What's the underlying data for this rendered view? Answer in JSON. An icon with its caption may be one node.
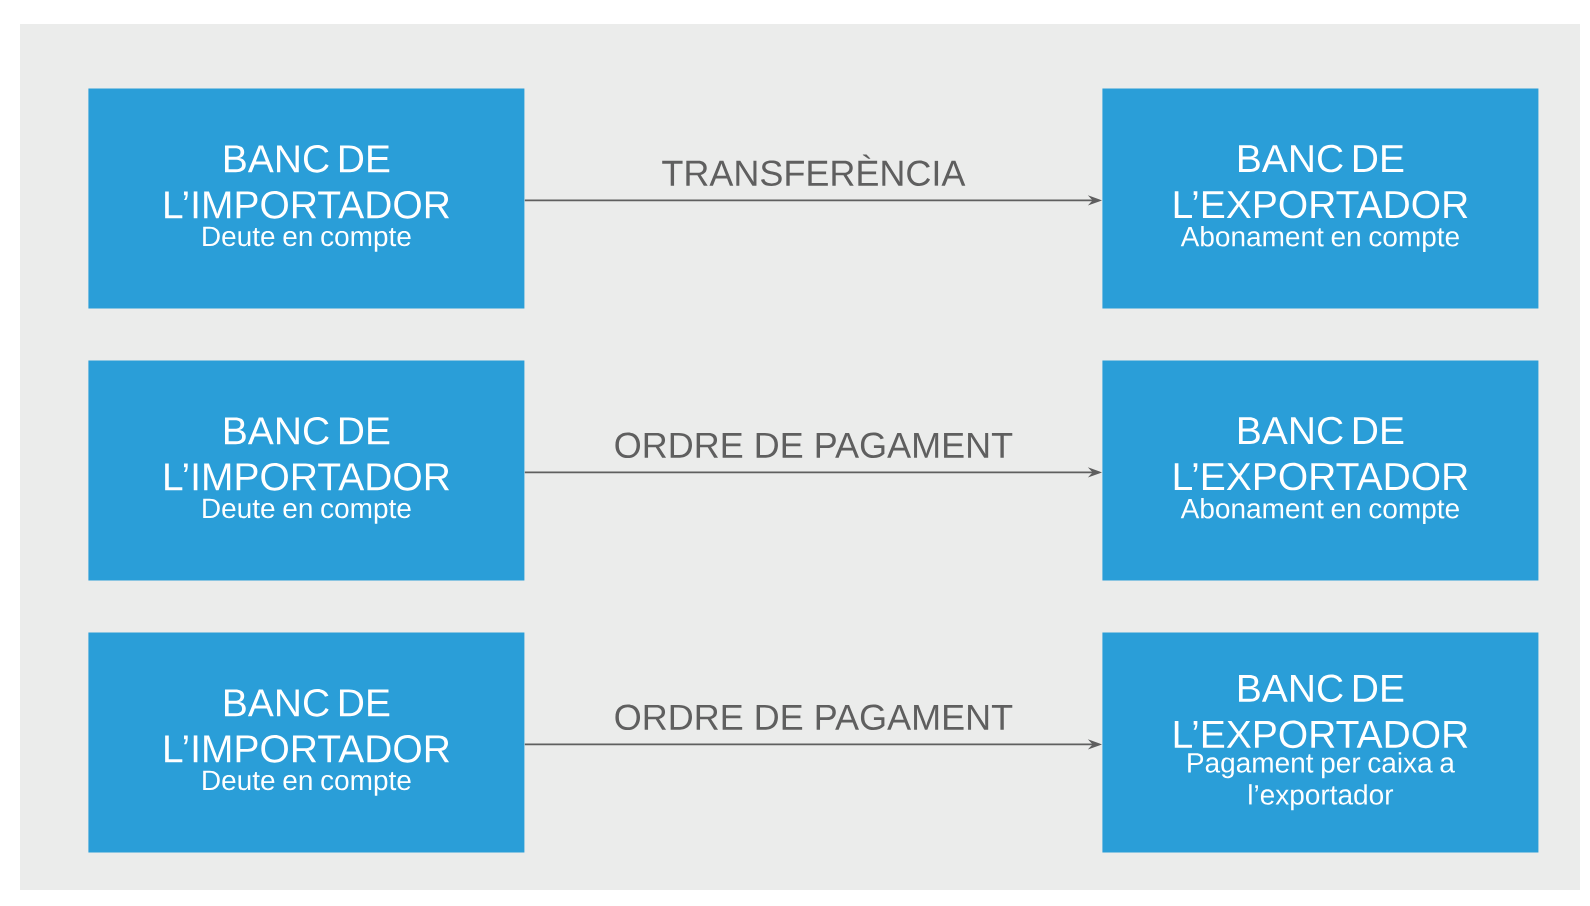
{
  "diagram": {
    "nodes": [
      {
        "text": [
          "BANC DE L’IMPORTADOR",
          "Deute en compte"
        ]
      },
      {
        "text": [
          "BANC DE L’EXPORTADOR",
          "Abonament en compte"
        ]
      },
      {
        "text": [
          "BANC DE L’IMPORTADOR",
          "Deute en compte"
        ]
      },
      {
        "text": [
          "BANC DE L’EXPORTADOR",
          "Abonament en compte"
        ]
      },
      {
        "text": [
          "BANC DE L’IMPORTADOR",
          "Deute en compte"
        ]
      },
      {
        "text": [
          "BANC DE L’EXPORTADOR",
          "Pagament per caixa a l’exportador"
        ]
      }
    ],
    "edges": [
      {
        "from": 0,
        "to": 1,
        "arrow": "to",
        "label": "TRANSFERÈNCIA"
      },
      {
        "from": 2,
        "to": 3,
        "arrow": "to",
        "label": "ORDRE DE PAGAMENT"
      },
      {
        "from": 4,
        "to": 5,
        "arrow": "to",
        "label": "ORDRE DE PAGAMENT"
      }
    ]
  }
}
